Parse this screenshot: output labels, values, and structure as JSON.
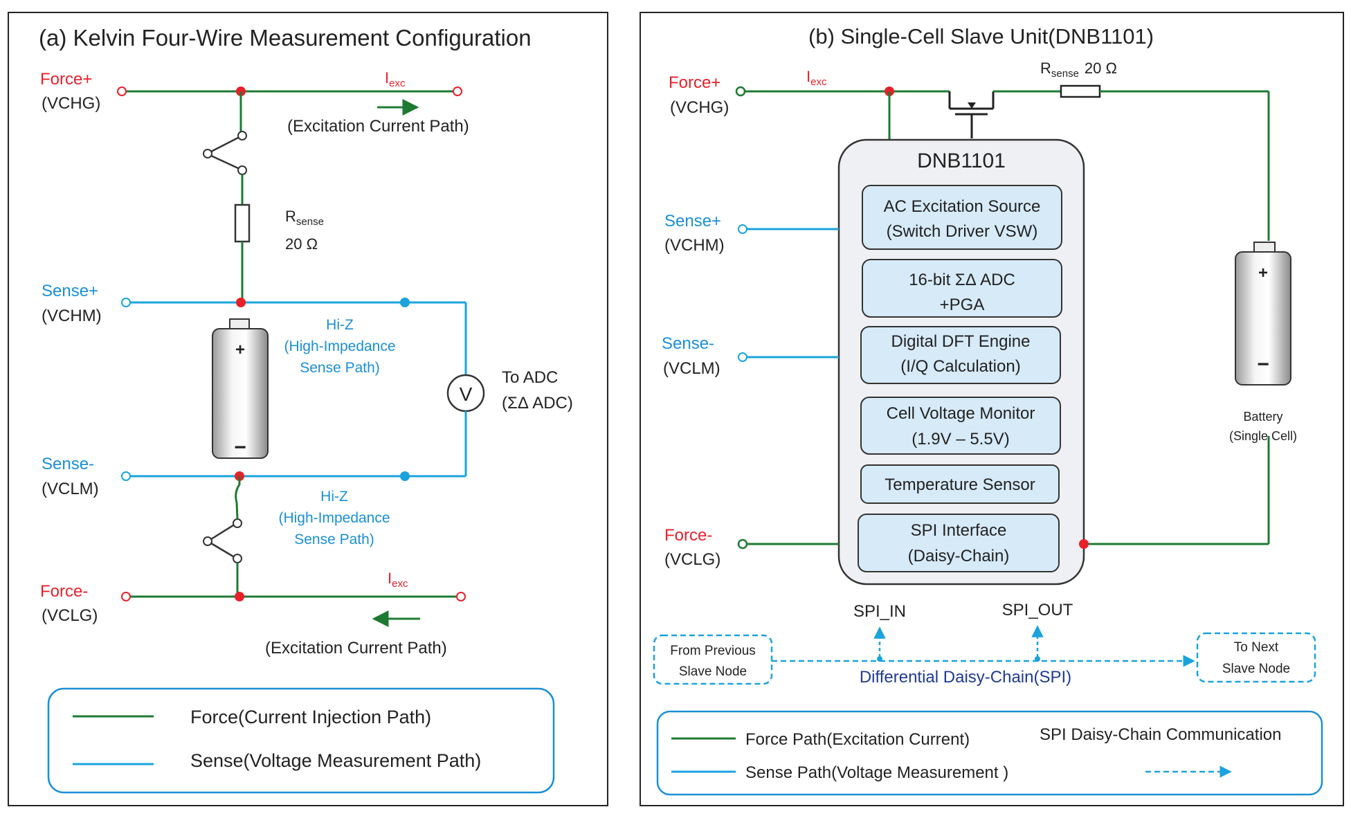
{
  "panel_a": {
    "title": "(a) Kelvin Four-Wire Measurement Configuration",
    "force_plus": "Force+",
    "force_plus_sub": "(VCHG)",
    "sense_plus": "Sense+",
    "sense_plus_sub": "(VCHM)",
    "sense_minus": "Sense-",
    "sense_minus_sub": "(VCLM)",
    "force_minus": "Force-",
    "force_minus_sub": "(VCLG)",
    "iexc_main": "I",
    "iexc_sub": "exc",
    "excitation_path": "(Excitation Current Path)",
    "rsense_main": "R",
    "rsense_sub": "sense",
    "rsense_value": "20 Ω",
    "battery_plus": "+",
    "battery_minus": "−",
    "hiz_1": "Hi-Z",
    "hiz_2": "(High-Impedance",
    "hiz_3": "Sense Path)",
    "voltmeter": "V",
    "to_adc_1": "To ADC",
    "to_adc_2": "(ΣΔ ADC)",
    "legend_force": "Force(Current Injection Path)",
    "legend_sense": "Sense(Voltage Measurement Path)"
  },
  "panel_b": {
    "title": "(b) Single-Cell Slave Unit(DNB1101)",
    "force_plus": "Force+",
    "force_plus_sub": "(VCHG)",
    "sense_plus": "Sense+",
    "sense_plus_sub": "(VCHM)",
    "sense_minus": "Sense-",
    "sense_minus_sub": "(VCLM)",
    "force_minus": "Force-",
    "force_minus_sub": "(VCLG)",
    "iexc_main": "I",
    "iexc_sub": "exc",
    "rsense_main": "R",
    "rsense_sub": "sense",
    "rsense_value": "20 Ω",
    "chip_title": "DNB1101",
    "blocks": [
      {
        "line1": "AC Excitation Source",
        "line2": "(Switch Driver VSW)"
      },
      {
        "line1": "16-bit ΣΔ ADC",
        "line2": "+PGA"
      },
      {
        "line1": "Digital DFT Engine",
        "line2": "(I/Q Calculation)"
      },
      {
        "line1": "Cell Voltage Monitor",
        "line2": "(1.9V – 5.5V)"
      },
      {
        "line1": "Temperature Sensor",
        "line2": ""
      },
      {
        "line1": "SPI Interface",
        "line2": "(Daisy-Chain)"
      }
    ],
    "battery_plus": "+",
    "battery_minus": "−",
    "battery_label_1": "Battery",
    "battery_label_2": "(Single Cell)",
    "spi_in": "SPI_IN",
    "spi_out": "SPI_OUT",
    "from_prev_1": "From Previous",
    "from_prev_2": "Slave Node",
    "to_next_1": "To Next",
    "to_next_2": "Slave Node",
    "daisy_chain": "Differential Daisy-Chain(SPI)",
    "legend_force": "Force Path(Excitation Current)",
    "legend_sense": "Sense Path(Voltage Measurement )",
    "legend_spi": "SPI Daisy-Chain Communication"
  },
  "colors": {
    "force": "#1e7a32",
    "sense": "#1aa3dc",
    "label_red": "#e8202a",
    "label_blue": "#1a8fd6",
    "node_red": "#e8202a",
    "block_fill": "#d6eaf8",
    "dark_blue_text": "#1f3a93"
  }
}
